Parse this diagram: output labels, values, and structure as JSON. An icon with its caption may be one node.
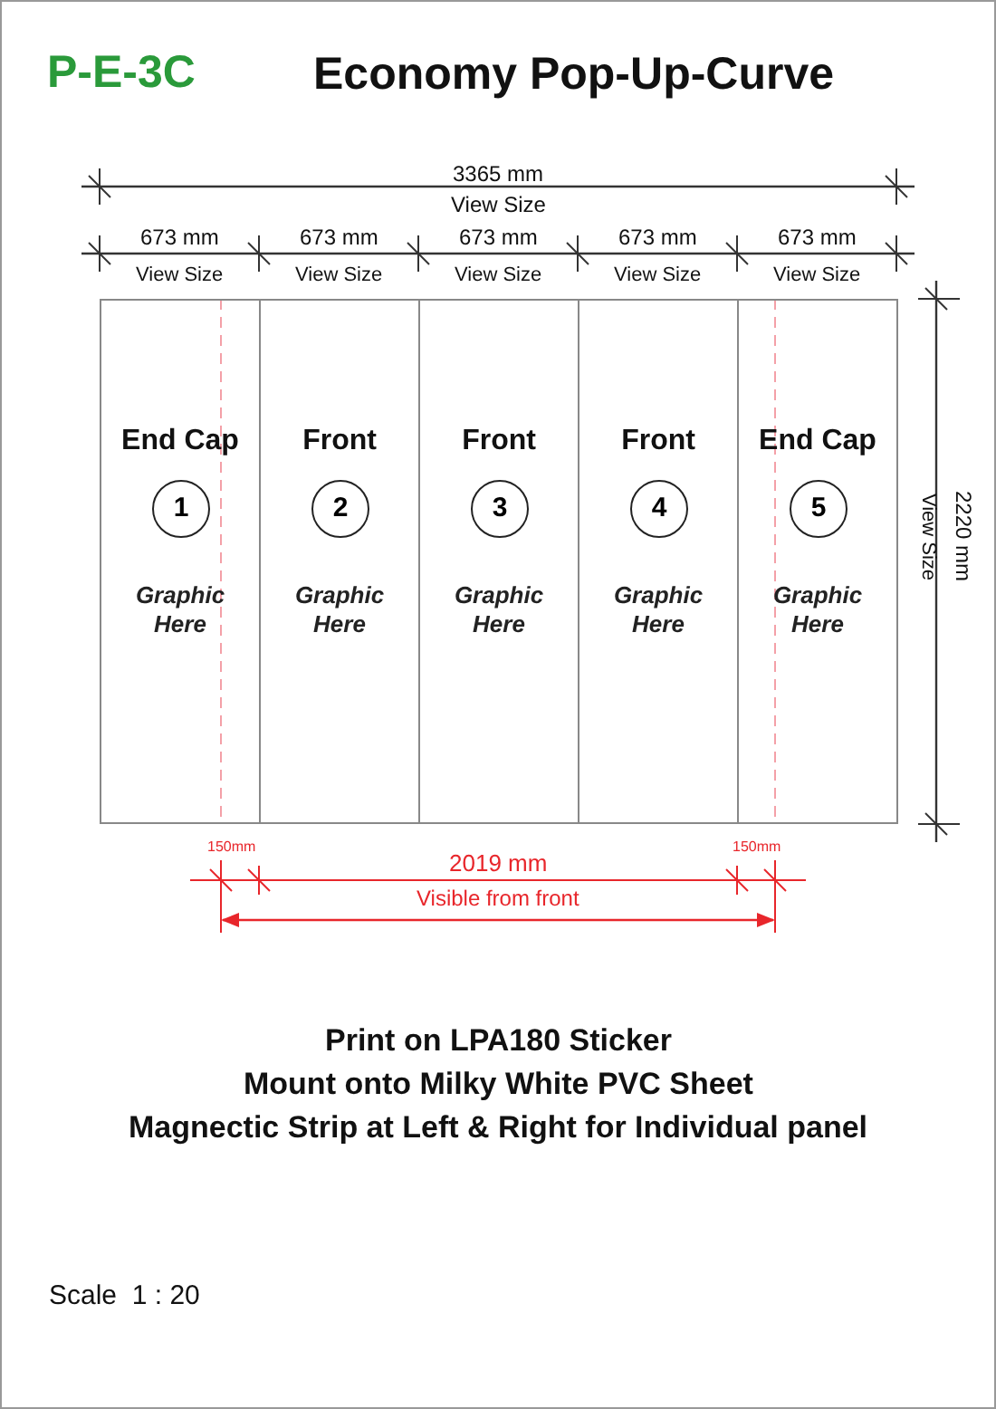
{
  "diagram": {
    "title": "Economy Pop-Up-Curve",
    "nodes": [
      {
        "text": [
          "End Cap",
          "Graphic Here"
        ]
      },
      {
        "text": [
          "1"
        ],
        "in": 0
      },
      {
        "text": [
          "Front",
          "Graphic Here"
        ]
      },
      {
        "text": [
          "2"
        ],
        "in": 2
      },
      {
        "text": [
          "Front",
          "Graphic Here"
        ]
      },
      {
        "text": [
          "3"
        ],
        "in": 4
      },
      {
        "text": [
          "Front",
          "Graphic Here"
        ]
      },
      {
        "text": [
          "4"
        ],
        "in": 6
      },
      {
        "text": [
          "End Cap",
          "Graphic Here"
        ]
      },
      {
        "text": [
          "5"
        ],
        "in": 8
      }
    ],
    "edges": [],
    "labels": [
      "P-E-3C",
      "3365 mm",
      "View Size",
      "673 mm",
      "673 mm",
      "673 mm",
      "673 mm",
      "673 mm",
      "View Size",
      "View Size",
      "View Size",
      "View Size",
      "View Size",
      "View Size",
      "2220 mm",
      "150mm",
      "2019 mm",
      "150mm",
      "Visible from front",
      "Print on LPA180 Sticker",
      "Mount onto Milky White PVC Sheet",
      "Magnectic Strip at Left & Right for Individual panel",
      "Scale  1 : 20"
    ]
  }
}
